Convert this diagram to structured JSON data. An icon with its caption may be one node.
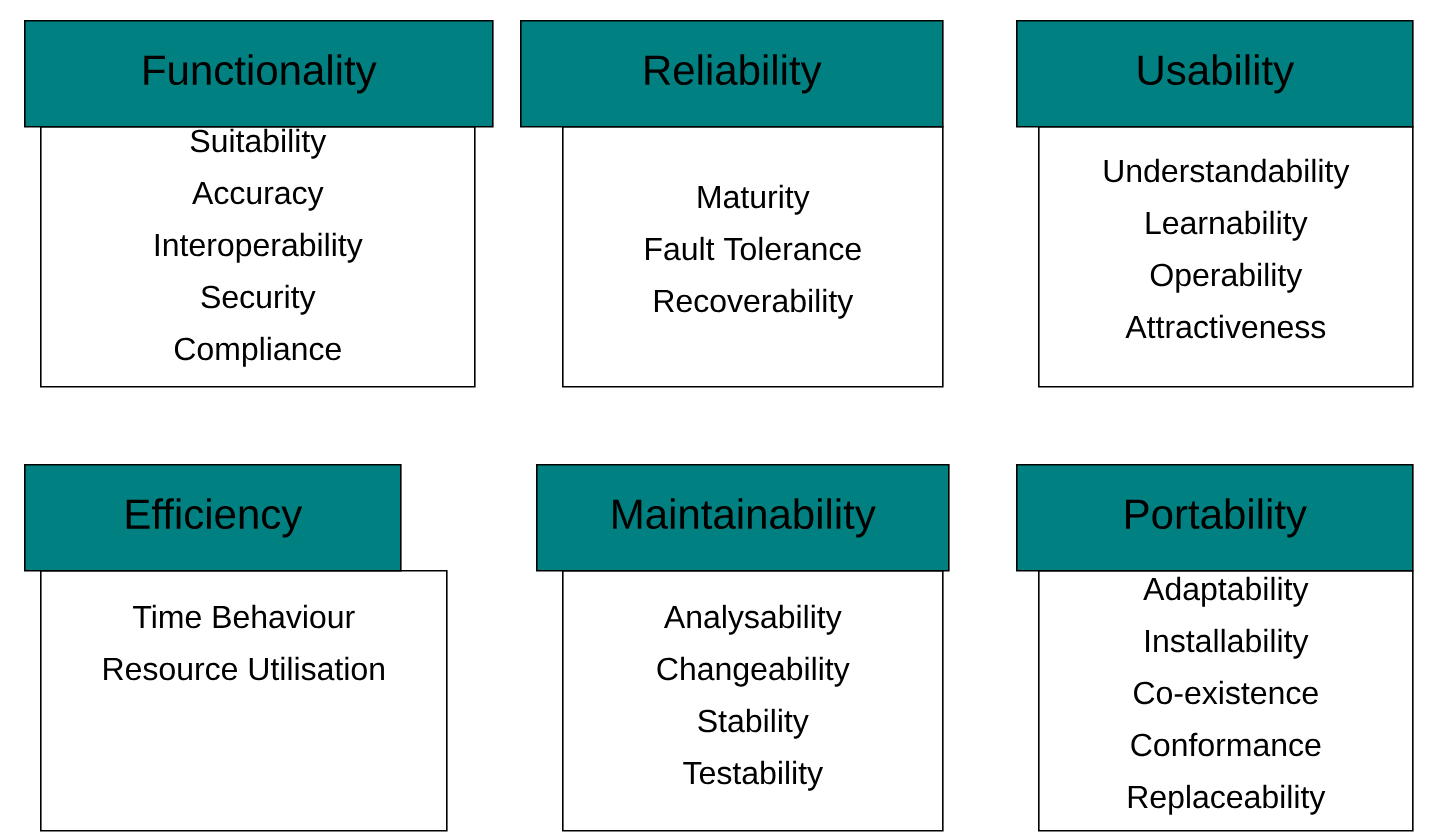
{
  "diagram": {
    "nodes": [
      {
        "text": [
          "Functionality"
        ]
      },
      {
        "text": [
          "Suitability",
          "Accuracy",
          "Interoperability",
          "Security",
          "Compliance"
        ]
      },
      {
        "text": [
          "Reliability"
        ]
      },
      {
        "text": [
          "Maturity",
          "Fault Tolerance",
          "Recoverability"
        ]
      },
      {
        "text": [
          "Usability"
        ]
      },
      {
        "text": [
          "Understandability",
          "Learnability",
          "Operability",
          "Attractiveness"
        ]
      },
      {
        "text": [
          "Efficiency"
        ]
      },
      {
        "text": [
          "Time Behaviour",
          "Resource Utilisation"
        ]
      },
      {
        "text": [
          "Maintainability"
        ]
      },
      {
        "text": [
          "Analysability",
          "Changeability",
          "Stability",
          "Testability"
        ]
      },
      {
        "text": [
          "Portability"
        ]
      },
      {
        "text": [
          "Adaptability",
          "Installability",
          "Co-existence",
          "Conformance",
          "Replaceability"
        ]
      }
    ]
  }
}
